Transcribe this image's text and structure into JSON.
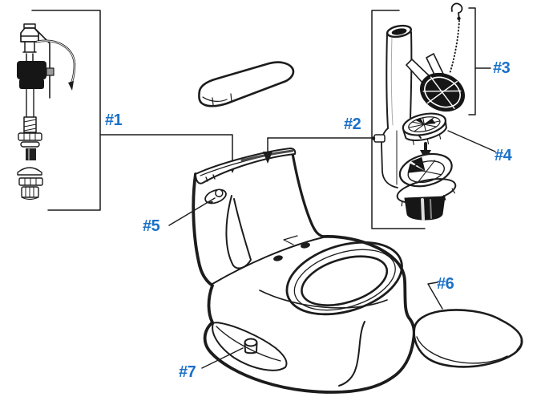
{
  "colors": {
    "label_blue": "#1a70c8",
    "line": "#1c1c1c",
    "background": "#ffffff"
  },
  "labels": [
    {
      "text": "#1",
      "points_to": "fill-valve"
    },
    {
      "text": "#2",
      "points_to": "flush-valve"
    },
    {
      "text": "#3",
      "points_to": "flapper-with-chain"
    },
    {
      "text": "#4",
      "points_to": "flush-valve-seal"
    },
    {
      "text": "#5",
      "points_to": "trip-lever"
    },
    {
      "text": "#6",
      "points_to": "seat-lid"
    },
    {
      "text": "#7",
      "points_to": "bolt-cap"
    }
  ]
}
